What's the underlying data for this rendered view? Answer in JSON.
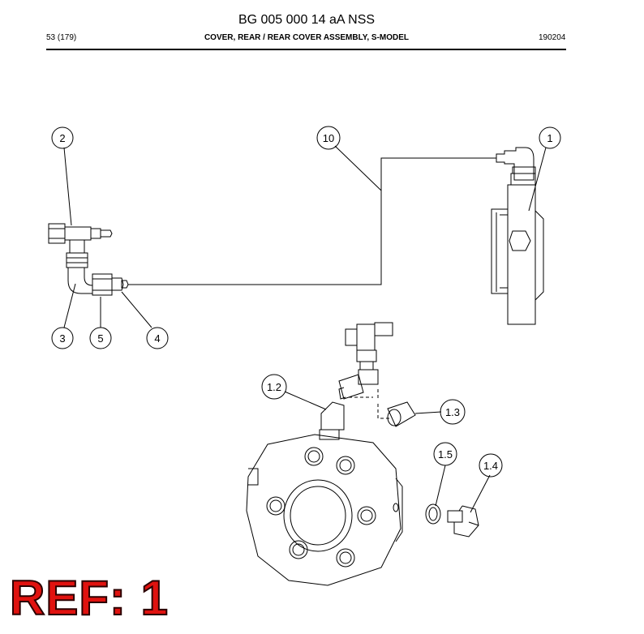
{
  "header": {
    "doc_title": "BG 005 000 14 aA NSS",
    "page": "53 (179)",
    "section_title": "COVER, REAR / REAR COVER ASSEMBLY, S-MODEL",
    "date": "190204"
  },
  "callouts": {
    "c1": "1",
    "c2": "2",
    "c3": "3",
    "c4": "4",
    "c5": "5",
    "c10": "10",
    "c1_2": "1.2",
    "c1_3": "1.3",
    "c1_4": "1.4",
    "c1_5": "1.5"
  },
  "ref": {
    "label": "REF: 1"
  },
  "colors": {
    "ref_red": "#e0120f",
    "line": "#000000"
  }
}
